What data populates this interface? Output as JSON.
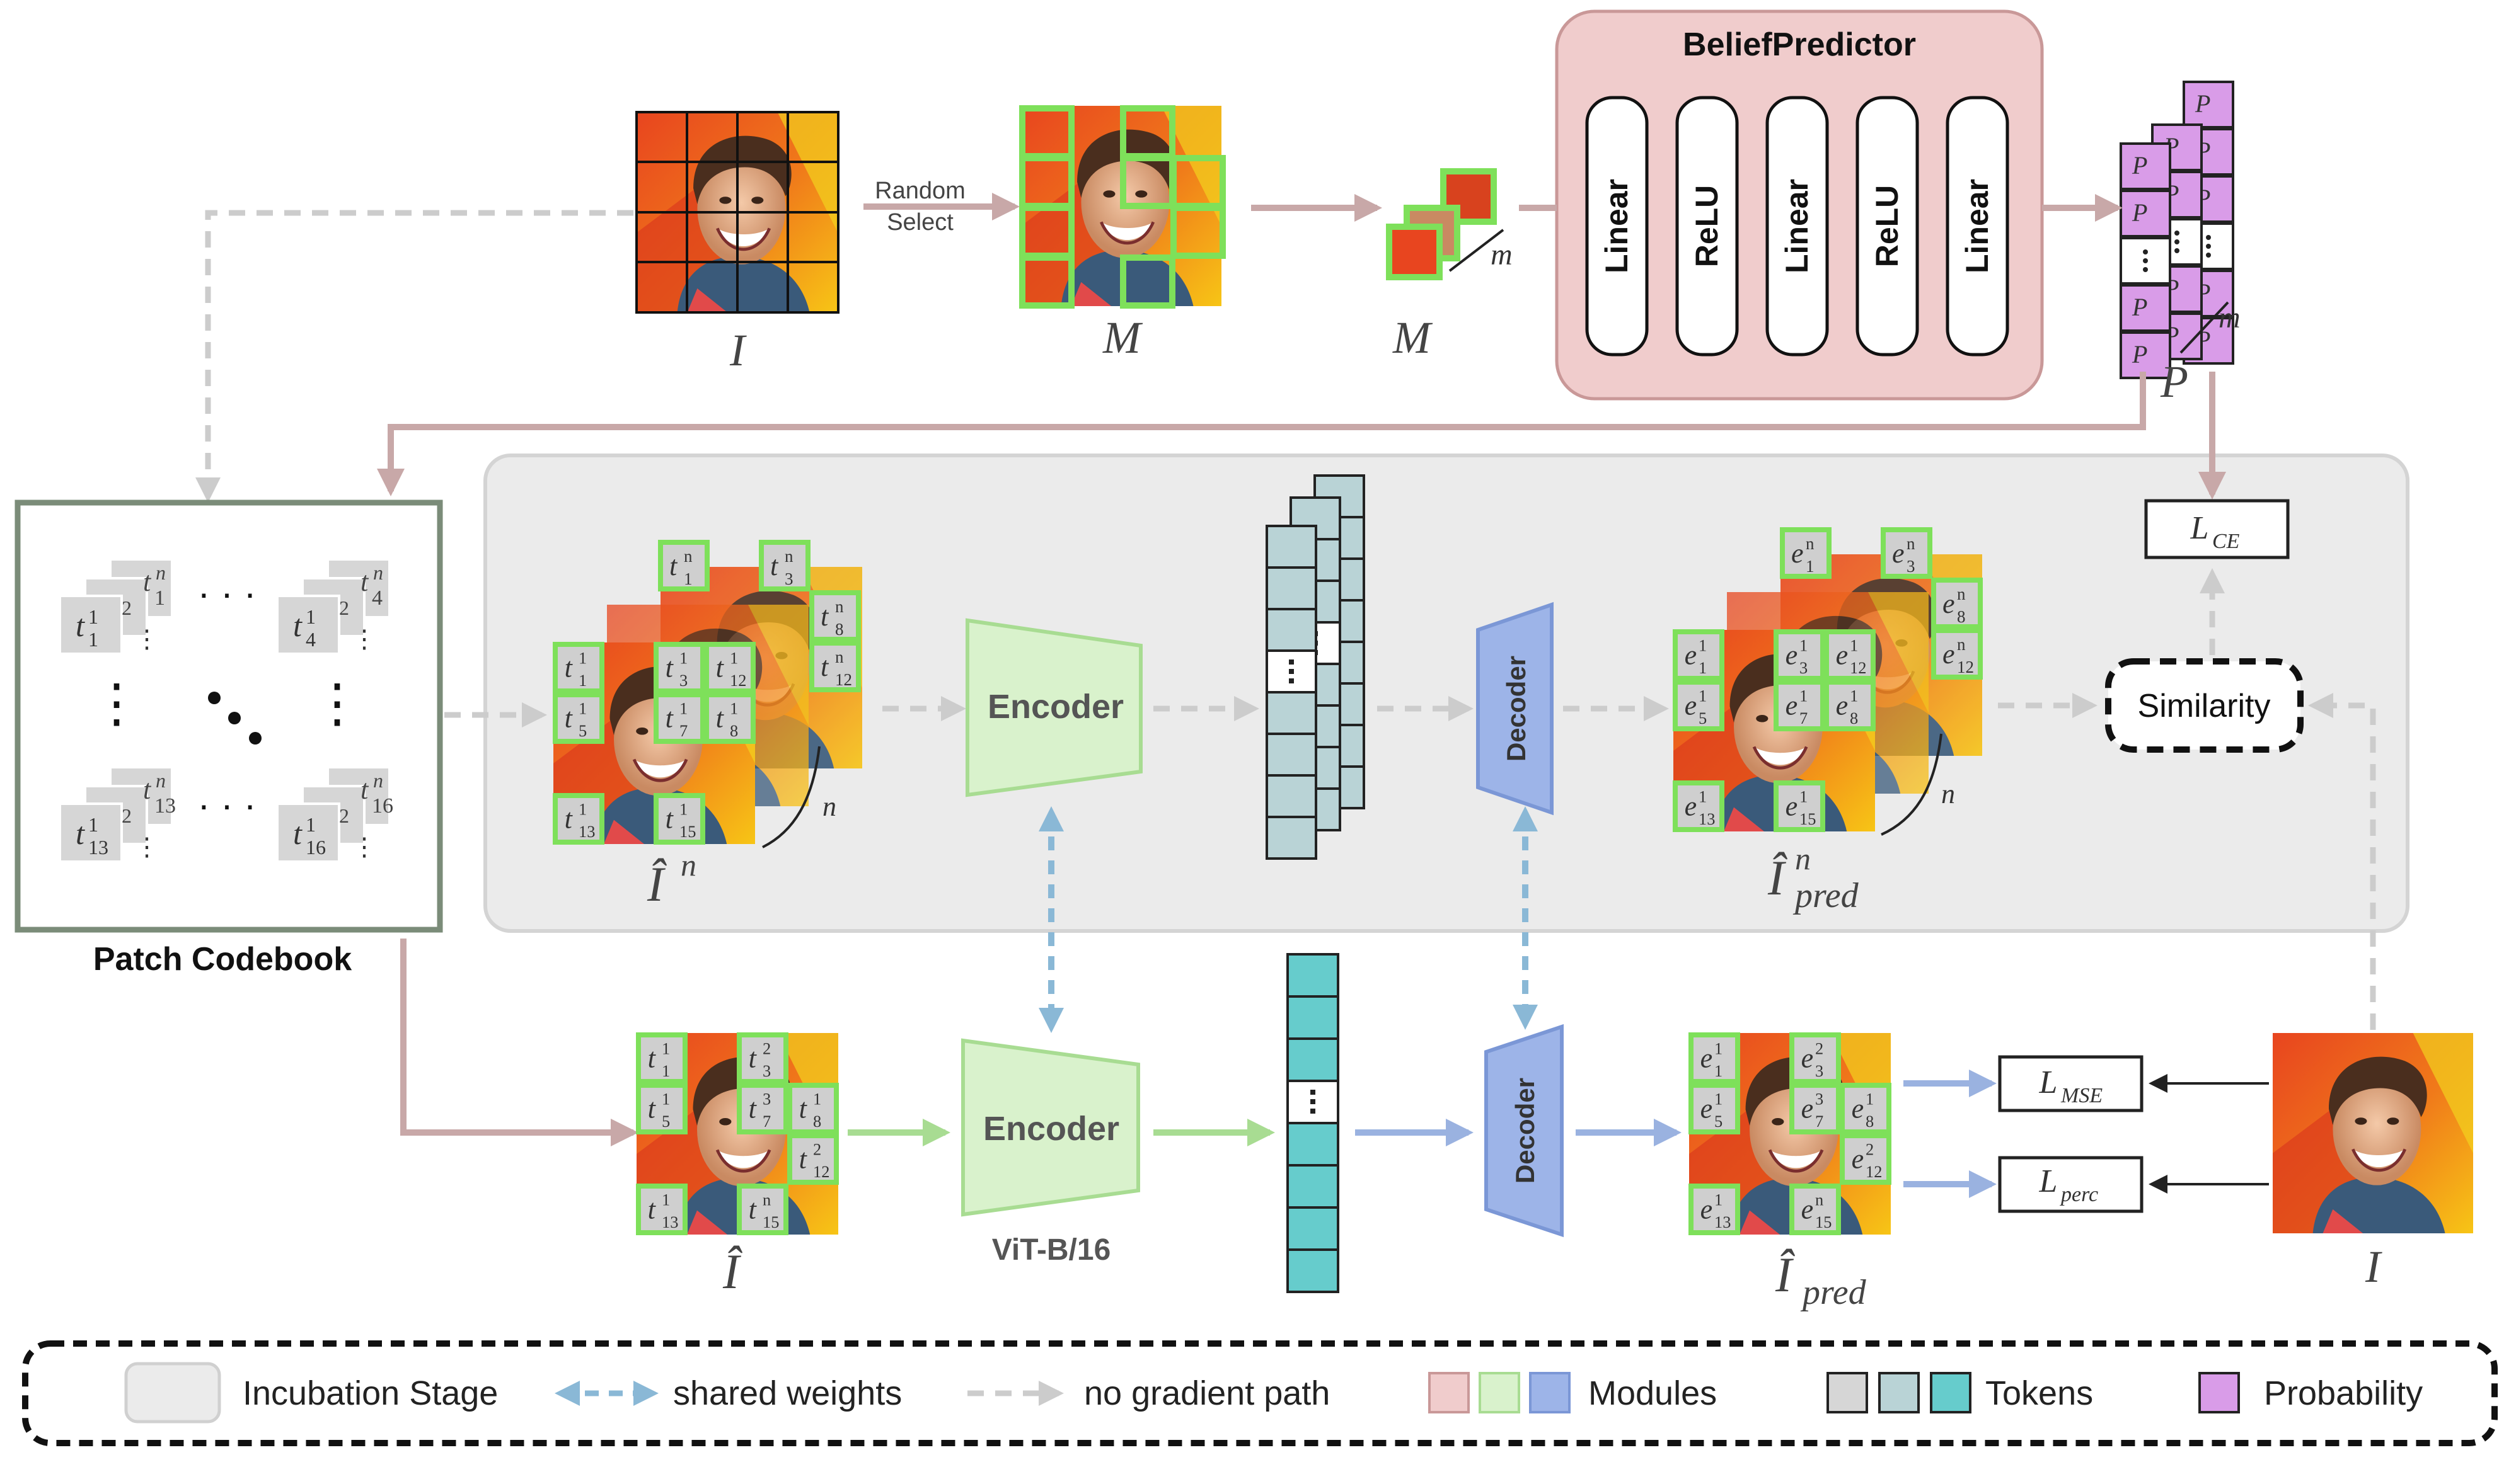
{
  "belief_predictor": {
    "title": "BeliefPredictor",
    "layers": [
      "Linear",
      "ReLU",
      "Linear",
      "ReLU",
      "Linear"
    ]
  },
  "top_row": {
    "random_select": [
      "Random",
      "Select"
    ],
    "label_I": "I",
    "label_M": "M",
    "label_M2": "M",
    "label_P": "P",
    "m_mark": "m",
    "prob_tokens": [
      "P",
      "P",
      "P"
    ]
  },
  "codebook": {
    "title": "Patch Codebook",
    "tokens": [
      {
        "front": "t",
        "front_sub": "1",
        "front_sup": "1",
        "back_a": "2",
        "back_b": "1",
        "back_sup": "n"
      },
      {
        "front": "t",
        "front_sub": "4",
        "front_sup": "1",
        "back_a": "2",
        "back_b": "4",
        "back_sup": "n"
      },
      {
        "front": "t",
        "front_sub": "13",
        "front_sup": "1",
        "back_a": "2",
        "back_b": "13",
        "back_sup": "n"
      },
      {
        "front": "t",
        "front_sub": "16",
        "front_sup": "1",
        "back_a": "2",
        "back_b": "16",
        "back_sup": "n"
      }
    ],
    "dots_h": "· · ·",
    "dots_v": "⋮"
  },
  "incubation": {
    "encoder": "Encoder",
    "decoder": "Decoder",
    "similarity": "Similarity",
    "loss_ce": "L",
    "loss_ce_sub": "CE",
    "label_In": "Î",
    "label_In_sup": "n",
    "label_pred": "Î",
    "label_pred_sup": "n",
    "label_pred_sub": "pred",
    "n_mark": "n",
    "grid_t": [
      {
        "s": "1",
        "p": "n"
      },
      {
        "s": "3",
        "p": "n"
      },
      {
        "s": "8",
        "p": "n"
      },
      {
        "s": "12",
        "p": "n"
      },
      {
        "s": "1",
        "p": "1"
      },
      {
        "s": "3",
        "p": "1"
      },
      {
        "s": "5",
        "p": "1"
      },
      {
        "s": "7",
        "p": "1"
      },
      {
        "s": "8",
        "p": "1"
      },
      {
        "s": "12",
        "p": "1"
      },
      {
        "s": "13",
        "p": "1"
      },
      {
        "s": "15",
        "p": "1"
      }
    ],
    "grid_e": [
      {
        "s": "1",
        "p": "n"
      },
      {
        "s": "3",
        "p": "n"
      },
      {
        "s": "8",
        "p": "n"
      },
      {
        "s": "12",
        "p": "n"
      },
      {
        "s": "1",
        "p": "1"
      },
      {
        "s": "3",
        "p": "1"
      },
      {
        "s": "5",
        "p": "1"
      },
      {
        "s": "7",
        "p": "1"
      },
      {
        "s": "8",
        "p": "1"
      },
      {
        "s": "12",
        "p": "1"
      },
      {
        "s": "13",
        "p": "1"
      },
      {
        "s": "15",
        "p": "1"
      }
    ]
  },
  "bottom_row": {
    "encoder": "Encoder",
    "backbone": "ViT-B/16",
    "decoder": "Decoder",
    "loss_mse": "L",
    "loss_mse_sub": "MSE",
    "loss_perc": "L",
    "loss_perc_sub": "perc",
    "label_Ihat": "Î",
    "label_pred": "Î",
    "label_pred_sub": "pred",
    "label_I": "I",
    "grid_t": [
      {
        "s": "1",
        "p": "1"
      },
      {
        "s": "3",
        "p": "2"
      },
      {
        "s": "5",
        "p": "1"
      },
      {
        "s": "7",
        "p": "3"
      },
      {
        "s": "8",
        "p": "1"
      },
      {
        "s": "12",
        "p": "2"
      },
      {
        "s": "13",
        "p": "1"
      },
      {
        "s": "15",
        "p": "n"
      }
    ],
    "grid_e": [
      {
        "s": "1",
        "p": "1"
      },
      {
        "s": "3",
        "p": "2"
      },
      {
        "s": "5",
        "p": "1"
      },
      {
        "s": "7",
        "p": "3"
      },
      {
        "s": "8",
        "p": "1"
      },
      {
        "s": "12",
        "p": "2"
      },
      {
        "s": "13",
        "p": "1"
      },
      {
        "s": "15",
        "p": "n"
      }
    ]
  },
  "legend": {
    "incubation": "Incubation Stage",
    "shared": "shared weights",
    "nograd": "no gradient path",
    "modules": "Modules",
    "tokens": "Tokens",
    "probability": "Probability"
  },
  "colors": {
    "pink": "#f0cccc",
    "pink_stroke": "#c99898",
    "green": "#d9f2cc",
    "green_stroke": "#a8dc92",
    "blue": "#9db4e8",
    "blue_stroke": "#7b97d6",
    "teal": "#66cccc",
    "slate": "#b9d3d6",
    "gray_token": "#d6d6d6",
    "purple": "#d99ce8",
    "patch_green": "#7ee05a",
    "arrow_pink": "#c8a8a8",
    "arrow_green": "#a8dc92",
    "arrow_blue": "#9ab2e0",
    "arrow_gray": "#cccccc",
    "shared_blue": "#8ab8d6"
  }
}
